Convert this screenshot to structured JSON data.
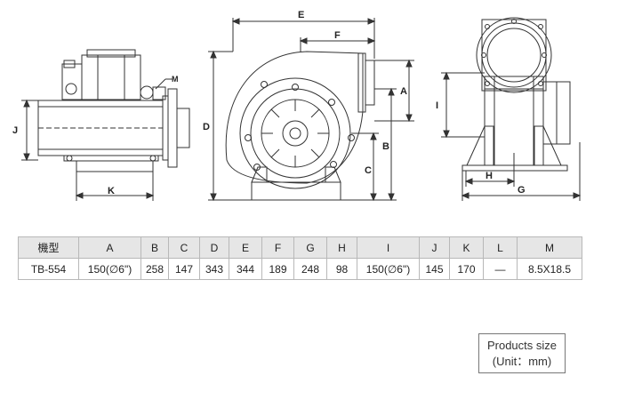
{
  "drawings": {
    "side": {
      "dims": {
        "j": "J",
        "m": "M",
        "k": "K"
      }
    },
    "front": {
      "dims": {
        "e": "E",
        "f": "F",
        "d": "D",
        "a": "A",
        "b": "B",
        "c": "C"
      }
    },
    "end": {
      "dims": {
        "i": "I",
        "h": "H",
        "g": "G"
      }
    }
  },
  "table": {
    "headers": [
      "機型",
      "A",
      "B",
      "C",
      "D",
      "E",
      "F",
      "G",
      "H",
      "I",
      "J",
      "K",
      "L",
      "M"
    ],
    "rows": [
      [
        "TB-554",
        "150(∅6\")",
        "258",
        "147",
        "343",
        "344",
        "189",
        "248",
        "98",
        "150(∅6\")",
        "145",
        "170",
        "—",
        "8.5X18.5"
      ]
    ]
  },
  "size_note": {
    "line1": "Products size",
    "line2": "(Unit：mm)"
  },
  "colors": {
    "line": "#333333",
    "header_bg": "#e6e6e6",
    "border": "#b8b8b8"
  }
}
